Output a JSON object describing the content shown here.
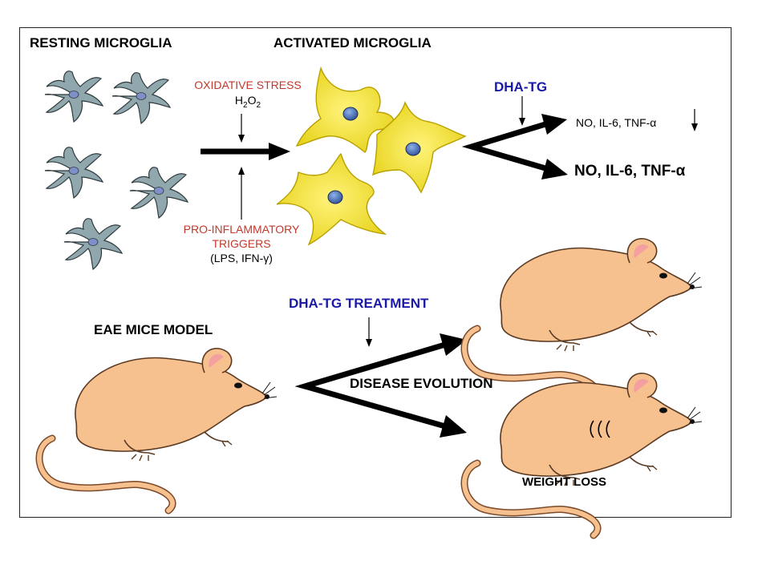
{
  "labels": {
    "resting": "RESTING MICROGLIA",
    "activated": "ACTIVATED MICROGLIA",
    "oxidative_stress": "OXIDATIVE STRESS",
    "h2o2_h": "H",
    "h2o2_sub1": "2",
    "h2o2_o": "O",
    "h2o2_sub2": "2",
    "pro_inflammatory_line1": "PRO-INFLAMMATORY",
    "pro_inflammatory_line2": "TRIGGERS",
    "lps_ifn": "(LPS, IFN-γ)",
    "dha_tg": "DHA-TG",
    "reduced_markers": "NO, IL-6, TNF-α",
    "markers": "NO, IL-6, TNF-α",
    "eae_model": "EAE MICE MODEL",
    "dha_tg_treatment": "DHA-TG TREATMENT",
    "disease_evolution": "DISEASE EVOLUTION",
    "weight_loss": "WEIGHT LOSS"
  },
  "colors": {
    "resting_cell": "#8fa7ad",
    "resting_nucleus": "#7f8fc8",
    "activated_cell": "#f2e21a",
    "activated_nucleus": "#4a6bb0",
    "mouse_body": "#f7c08f",
    "mouse_ear_inner": "#f4a0a0",
    "red_text": "#c0392b",
    "blue_text": "#1a1aa6"
  }
}
